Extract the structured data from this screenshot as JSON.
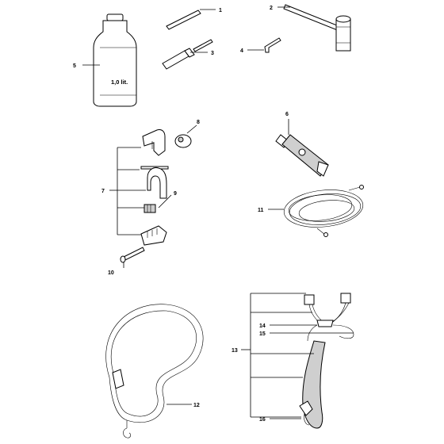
{
  "callouts": {
    "c1": "1",
    "c2": "2",
    "c3": "3",
    "c4": "4",
    "c5": "5",
    "c6": "6",
    "c7": "7",
    "c8": "8",
    "c9": "9",
    "c10": "10",
    "c11": "11",
    "c12": "12",
    "c13": "13",
    "c14": "14",
    "c15": "15",
    "c16": "16"
  },
  "bottle_label": "1,0 lit."
}
